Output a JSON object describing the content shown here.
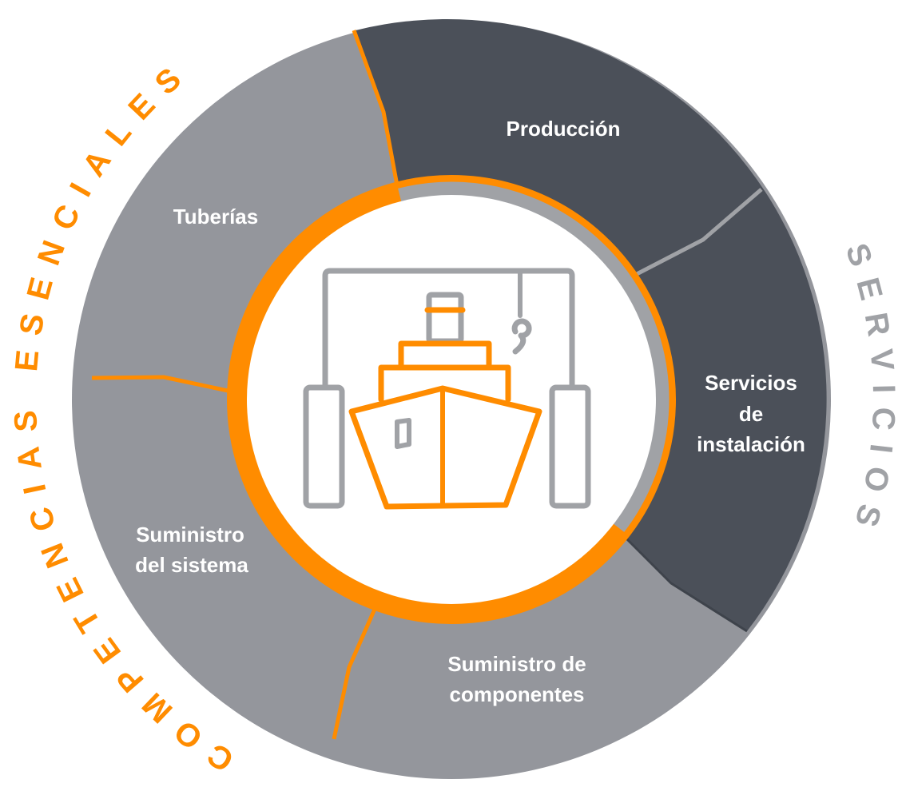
{
  "colors": {
    "light_segment": "#94969c",
    "dark_segment": "#4b5059",
    "accent_orange": "#ff8c00",
    "ring_gray": "#a0a2a6",
    "center": "#ffffff"
  },
  "outer_labels": {
    "left": "COMPETENCIAS ESENCIALES",
    "right": "SERVICIOS"
  },
  "segments": {
    "produccion": "Producción",
    "tuberias": "Tuberías",
    "servicios_instalacion": [
      "Servicios",
      "de",
      "instalación"
    ],
    "suministro_sistema": [
      "Suministro",
      "del sistema"
    ],
    "suministro_componentes": [
      "Suministro de",
      "componentes"
    ]
  },
  "center_icon": "ship-in-dry-dock-with-crane-icon"
}
